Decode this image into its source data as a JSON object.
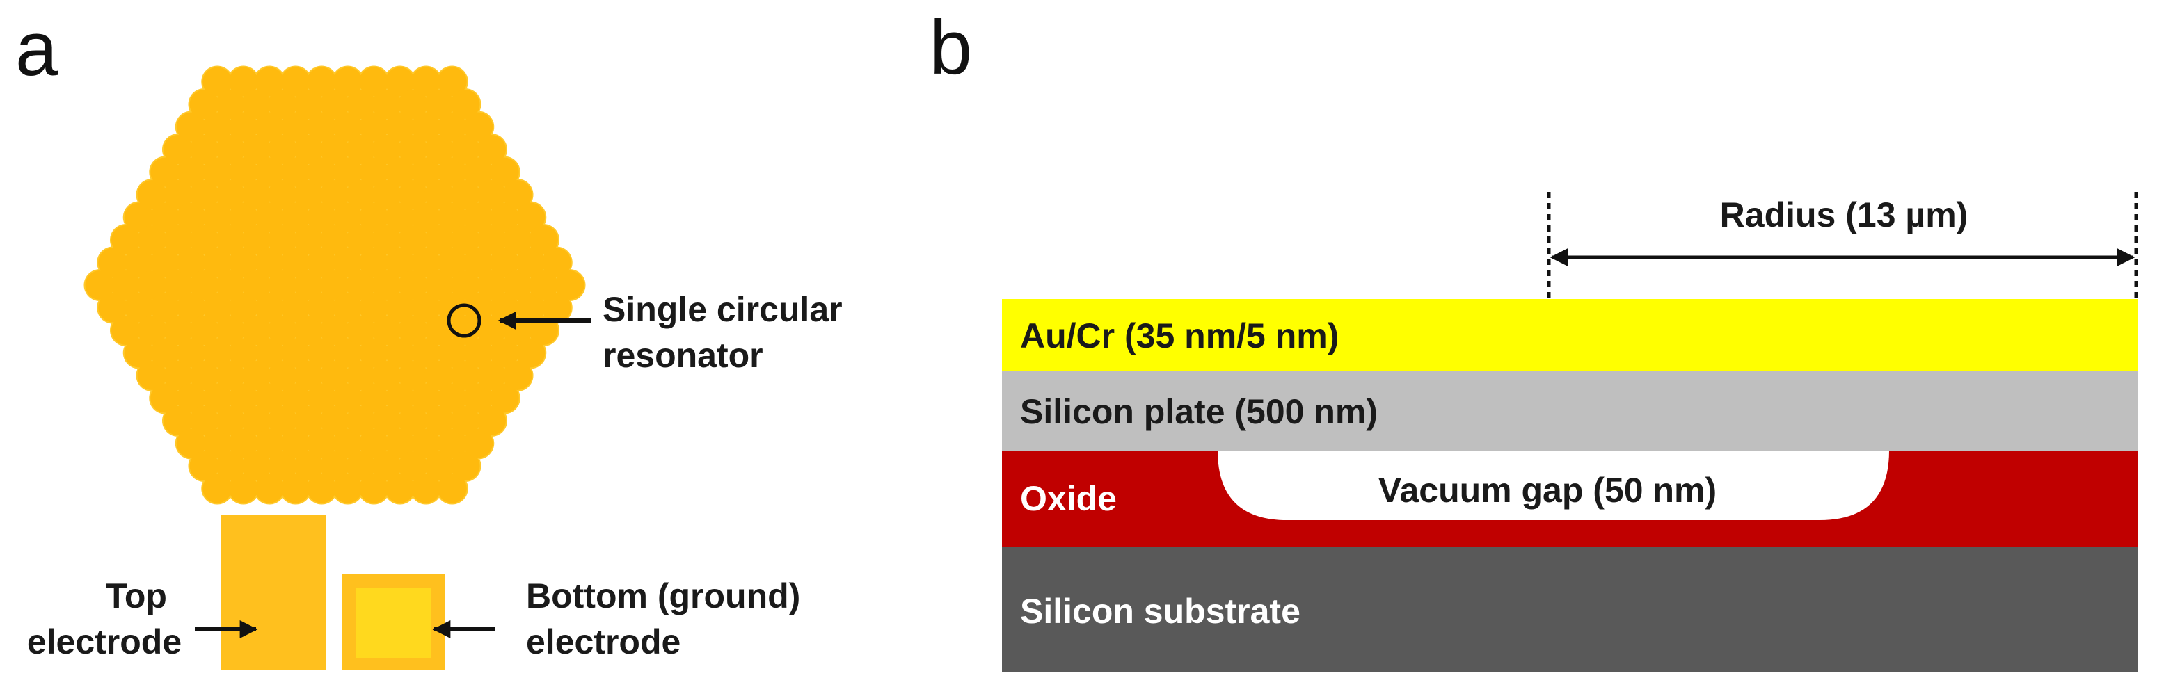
{
  "panel_a": {
    "letter": "a",
    "resonator_label_line1": "Single circular",
    "resonator_label_line2": "resonator",
    "top_electrode_line1": "Top",
    "top_electrode_line2": "electrode",
    "bottom_electrode_line1": "Bottom (ground)",
    "bottom_electrode_line2": "electrode",
    "colors": {
      "circle": "#FFBA0E",
      "circle_bg": "#FFC82A",
      "electrode": "#FFC01E",
      "pad_inner": "#FFD91E"
    }
  },
  "panel_b": {
    "letter": "b",
    "radius_label": "Radius (13 µm)",
    "layers": {
      "au_cr": "Au/Cr (35 nm/5 nm)",
      "silicon_plate": "Silicon plate (500 nm)",
      "oxide": "Oxide",
      "vacuum_gap": "Vacuum gap (50 nm)",
      "silicon_substrate": "Silicon substrate"
    },
    "colors": {
      "au_cr": "#FFFF00",
      "silicon_plate": "#BFBFBF",
      "oxide": "#C00000",
      "vacuum_gap": "#FFFFFF",
      "silicon_substrate": "#595959"
    }
  }
}
